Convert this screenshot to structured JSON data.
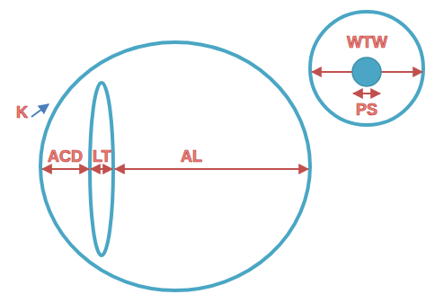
{
  "diagram": {
    "labels": [
      "K",
      "ACD",
      "LT",
      "AL",
      "WTW",
      "PS"
    ]
  }
}
